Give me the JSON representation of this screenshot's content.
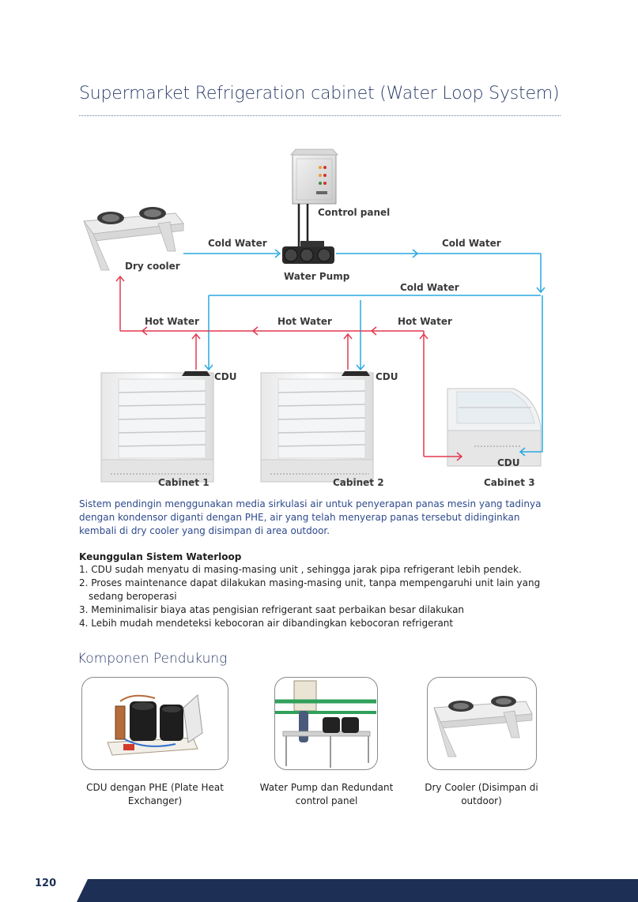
{
  "page": {
    "title": "Supermarket Refrigeration cabinet (Water Loop System)",
    "number": "120"
  },
  "diagram": {
    "labels": {
      "control_panel": "Control panel",
      "dry_cooler": "Dry cooler",
      "water_pump": "Water Pump",
      "cold_water_1": "Cold Water",
      "cold_water_2": "Cold Water",
      "cold_water_3": "Cold Water",
      "hot_water_1": "Hot Water",
      "hot_water_2": "Hot Water",
      "hot_water_3": "Hot Water",
      "cdu_1": "CDU",
      "cdu_2": "CDU",
      "cdu_3": "CDU",
      "cabinet_1": "Cabinet 1",
      "cabinet_2": "Cabinet 2",
      "cabinet_3": "Cabinet 3"
    },
    "colors": {
      "cold": "#29a8e0",
      "hot": "#e23a4e"
    }
  },
  "intro": "Sistem pendingin menggunakan media sirkulasi air untuk penyerapan panas mesin yang tadinya dengan kondensor diganti dengan PHE, air yang telah menyerap panas tersebut didinginkan kembali di dry cooler yang disimpan di area outdoor.",
  "advantages": {
    "heading": "Keunggulan Sistem Waterloop",
    "items": [
      "1. CDU sudah menyatu di masing-masing unit , sehingga jarak pipa refrigerant lebih pendek.",
      "2. Proses maintenance dapat dilakukan masing-masing unit, tanpa mempengaruhi unit lain yang sedang beroperasi",
      "3. Meminimalisir biaya atas pengisian refrigerant saat perbaikan besar dilakukan",
      "4. Lebih mudah mendeteksi kebocoran air dibandingkan kebocoran refrigerant"
    ]
  },
  "components": {
    "title": "Komponen Pendukung",
    "cards": [
      {
        "caption": "CDU dengan PHE (Plate Heat Exchanger)",
        "icon": "cdu-phe-image"
      },
      {
        "caption": "Water Pump dan Redundant control panel",
        "icon": "water-pump-image"
      },
      {
        "caption": "Dry Cooler (Disimpan di outdoor)",
        "icon": "dry-cooler-image"
      }
    ]
  },
  "theme": {
    "title_color": "#2d3e6b",
    "footer_color": "#1e2f55"
  }
}
